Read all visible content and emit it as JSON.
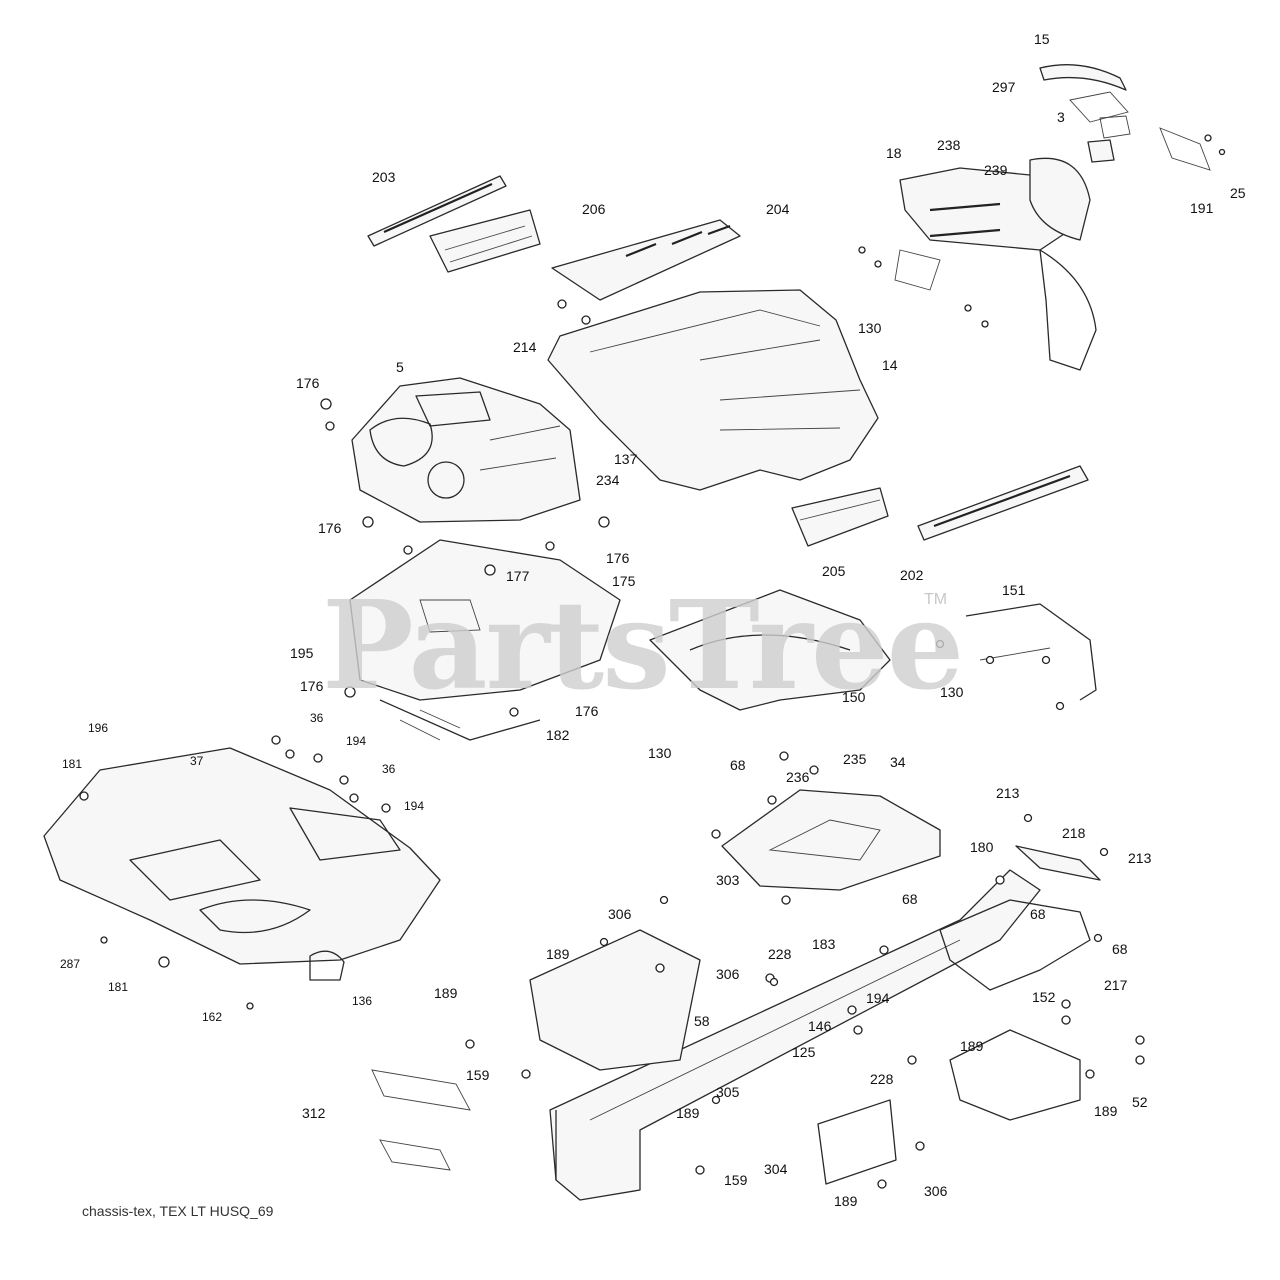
{
  "watermark": {
    "text": "PartsTree",
    "trademark": "TM"
  },
  "caption": "chassis-tex, TEX LT HUSQ_69",
  "callouts": [
    "15",
    "297",
    "3",
    "18",
    "238",
    "239",
    "191",
    "25",
    "203",
    "206",
    "204",
    "130",
    "214",
    "14",
    "5",
    "176",
    "137",
    "234",
    "176",
    "176",
    "205",
    "202",
    "177",
    "175",
    "151",
    "195",
    "176",
    "150",
    "130",
    "176",
    "182",
    "130",
    "196",
    "36",
    "194",
    "181",
    "37",
    "36",
    "194",
    "68",
    "236",
    "235",
    "34",
    "213",
    "218",
    "213",
    "180",
    "303",
    "68",
    "68",
    "68",
    "306",
    "189",
    "228",
    "183",
    "306",
    "194",
    "217",
    "152",
    "189",
    "287",
    "181",
    "136",
    "162",
    "58",
    "146",
    "125",
    "189",
    "159",
    "189",
    "305",
    "228",
    "189",
    "52",
    "312",
    "304",
    "306",
    "159",
    "189"
  ],
  "colors": {
    "linework": "#2a2a2a",
    "watermark": "#cfcfcf",
    "background": "#ffffff"
  }
}
